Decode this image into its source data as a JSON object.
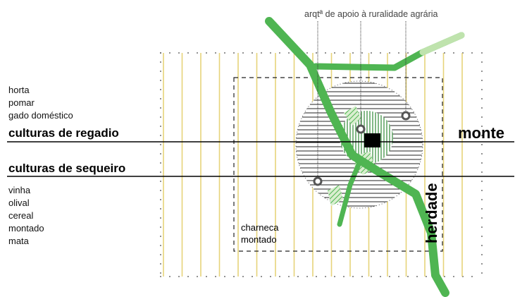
{
  "top_label": "arqtª de apoio à ruralidade agrária",
  "left_top_items": [
    "horta",
    "pomar",
    "gado doméstico"
  ],
  "regadio_label": "culturas de regadio",
  "sequeiro_label": "culturas de sequeiro",
  "left_bottom_items": [
    "vinha",
    "olival",
    "cereal",
    "montado",
    "mata"
  ],
  "monte_label": "monte",
  "herdade_label": "herdade",
  "core_lines": [
    "charneca",
    "montado"
  ],
  "colors": {
    "yellow_lines": "#e6d37a",
    "green_path": "#4fb552",
    "green_light": "#bfe3ad",
    "dots": "#555555"
  }
}
